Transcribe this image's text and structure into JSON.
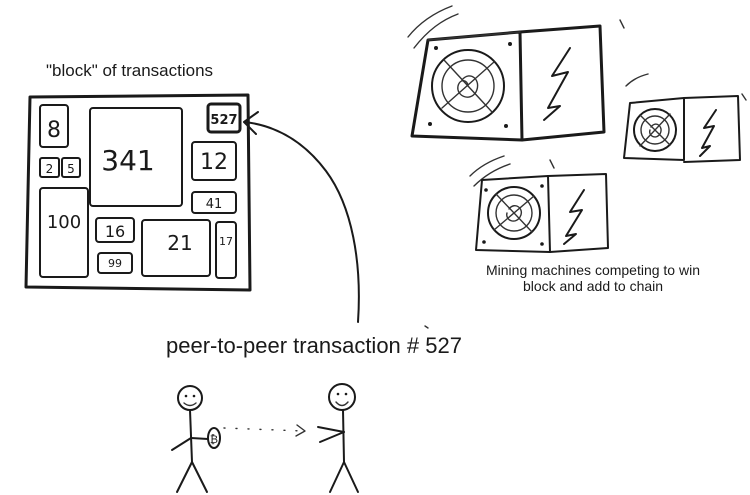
{
  "labels": {
    "block_title": "\"block\" of transactions",
    "transaction_title": "peer-to-peer transaction # 527",
    "mining_caption": "Mining machines competing to win block and add to chain"
  },
  "block": {
    "cells": [
      "8",
      "2",
      "5",
      "341",
      "527",
      "12",
      "100",
      "41",
      "16",
      "21",
      "17",
      "99"
    ],
    "highlighted": "527"
  },
  "coin_symbol": "₿",
  "colors": {
    "ink": "#1a1a1a",
    "background": "#ffffff"
  }
}
